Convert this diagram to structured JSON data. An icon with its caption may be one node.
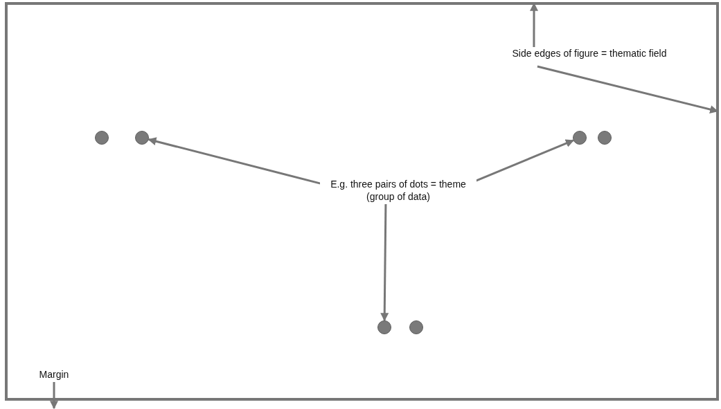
{
  "diagram": {
    "nodes": [
      {
        "text": [],
        "shape": "box"
      },
      {
        "text": [
          "Side edges of figure = thematic field"
        ],
        "in": 0
      },
      {
        "text": [],
        "shape": "circle",
        "in": 0
      },
      {
        "text": [],
        "shape": "circle",
        "in": 0
      },
      {
        "text": [],
        "shape": "circle",
        "in": 0
      },
      {
        "text": [],
        "shape": "circle",
        "in": 0
      },
      {
        "text": [
          "E.g. three pairs of dots = theme (group of data)"
        ],
        "in": 0
      },
      {
        "text": [],
        "shape": "circle",
        "in": 0
      },
      {
        "text": [],
        "shape": "circle",
        "in": 0
      },
      {
        "text": [
          "Margin"
        ],
        "in": 0
      }
    ],
    "edges": [
      {
        "from": 1,
        "to": 0,
        "arrow": "to"
      },
      {
        "from": 1,
        "to": 0,
        "arrow": "to"
      },
      {
        "from": 6,
        "to": 3,
        "arrow": "to"
      },
      {
        "from": 6,
        "to": 4,
        "arrow": "to"
      },
      {
        "from": 6,
        "to": 7,
        "arrow": "to"
      },
      {
        "from": 9,
        "to": null,
        "arrow": "to"
      }
    ]
  }
}
